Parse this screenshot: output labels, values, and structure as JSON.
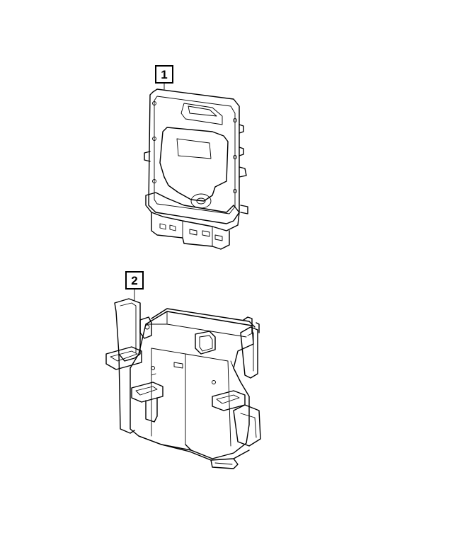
{
  "callouts": [
    {
      "label": "1",
      "part": "engine-control-module"
    },
    {
      "label": "2",
      "part": "module-mounting-bracket"
    }
  ],
  "colors": {
    "line": "#000000",
    "background": "#ffffff"
  }
}
